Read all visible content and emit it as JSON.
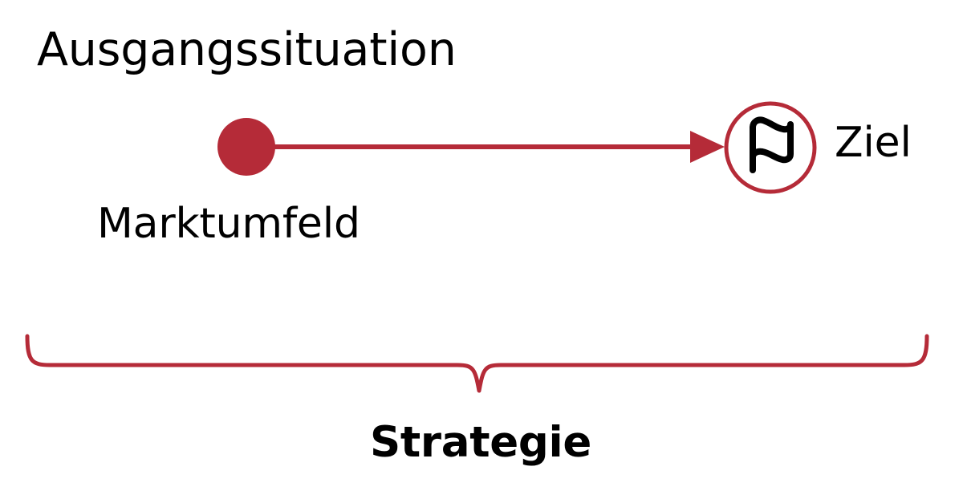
{
  "diagram": {
    "title": "Ausgangssituation",
    "background_color": "#ffffff",
    "accent_color": "#b52b38",
    "text_color": "#000000",
    "nodes": [
      {
        "id": "start",
        "name": "start-node",
        "shape": "filled-circle",
        "label": "Marktumfeld",
        "color": "#b52b38"
      },
      {
        "id": "goal",
        "name": "goal-node",
        "shape": "outlined-circle",
        "icon": "flag-icon",
        "label": "Ziel",
        "color": "#b52b38"
      }
    ],
    "connector": {
      "name": "arrow-connector",
      "type": "arrow",
      "from": "start",
      "to": "goal",
      "color": "#b52b38"
    },
    "brace": {
      "name": "strategy-brace",
      "orientation": "bottom",
      "label": "Strategie",
      "color": "#b52b38"
    }
  }
}
